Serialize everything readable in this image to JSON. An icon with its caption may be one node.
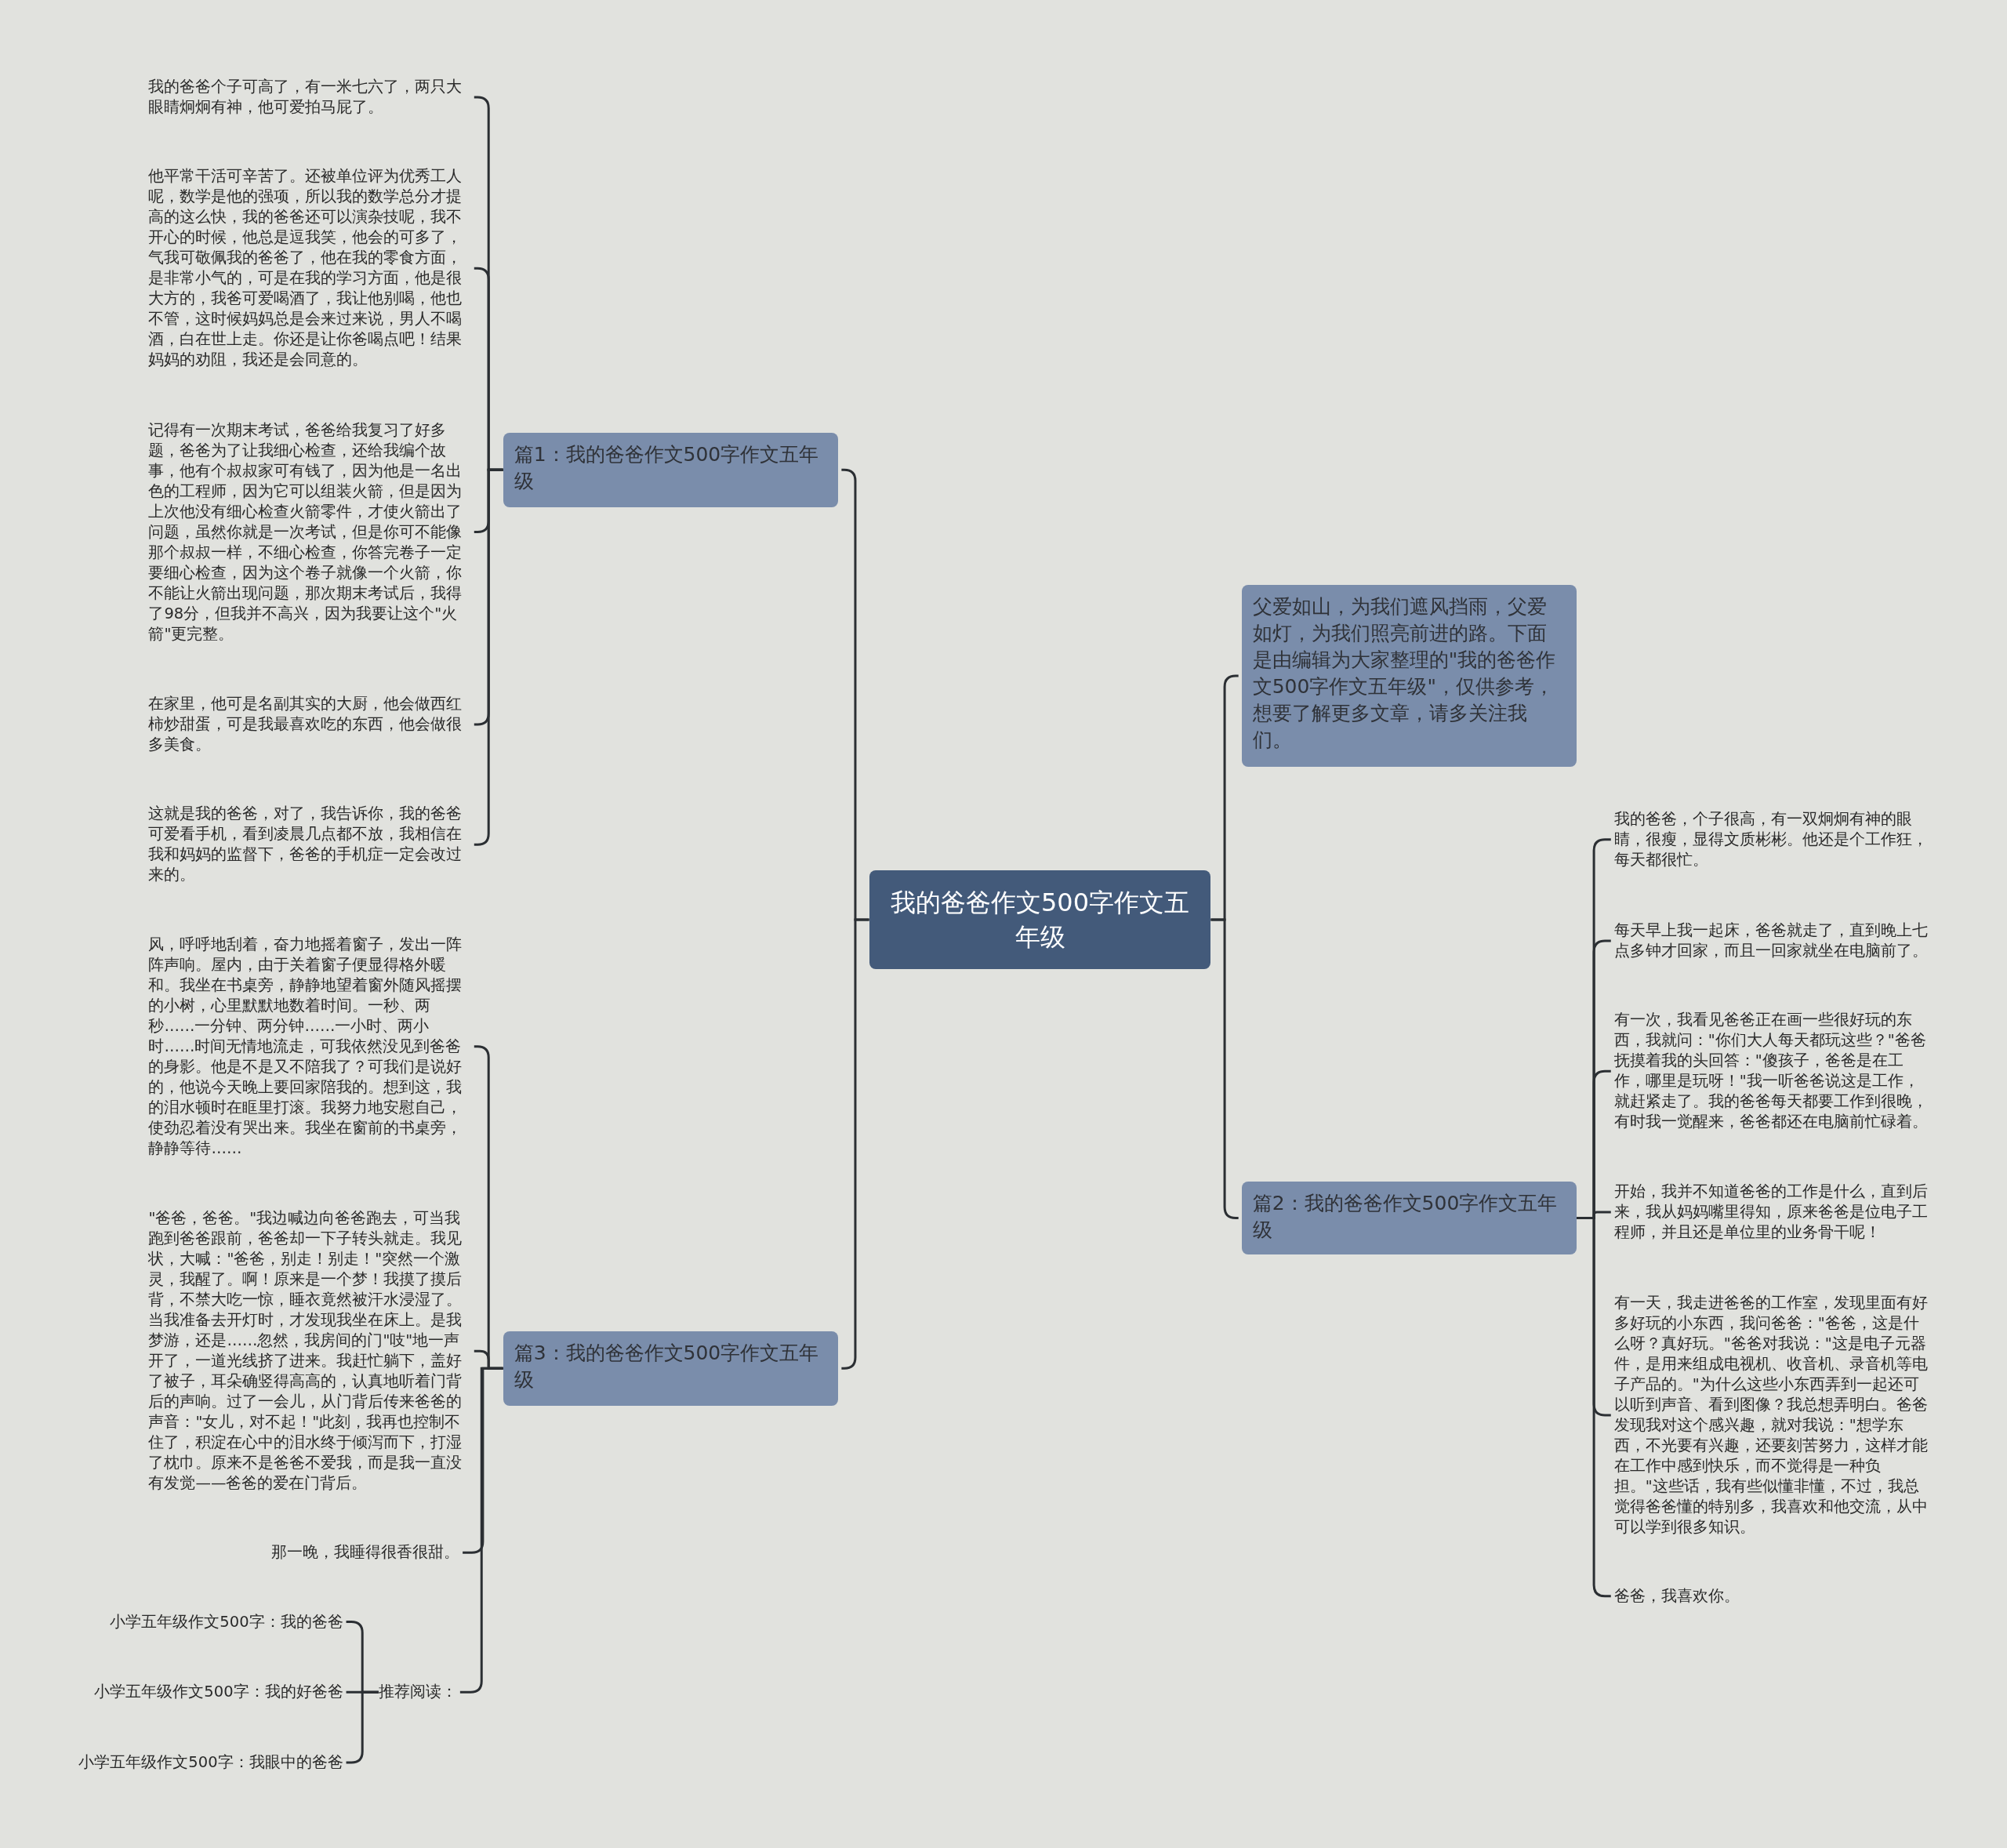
{
  "diagram": {
    "nodes": [
      {
        "text": [
          "我的爸爸作文500字作文五年级"
        ]
      },
      {
        "text": [
          "篇1：我的爸爸作文500字作文五年级"
        ]
      },
      {
        "text": [
          "我的爸爸个子可高了，有一米七六了，两只大眼睛炯炯有神，他可爱拍马屁了。"
        ]
      },
      {
        "text": [
          "他平常干活可辛苦了。还被单位评为优秀工人呢，数学是他的强项，所以我的数学总分才提高的这么快，我的爸爸还可以演杂技呢，我不开心的时候，他总是逗我笑，他会的可多了，气我可敬佩我的爸爸了，他在我的零食方面，是非常小气的，可是在我的学习方面，他是很大方的，我爸可爱喝酒了，我让他别喝，他也不管，这时候妈妈总是会来过来说，男人不喝酒，白在世上走。你还是让你爸喝点吧！结果妈妈的劝阻，我还是会同意的。"
        ]
      },
      {
        "text": [
          "记得有一次期末考试，爸爸给我复习了好多题，爸爸为了让我细心检查，还给我编个故事，他有个叔叔家可有钱了，因为他是一名出色的工程师，因为它可以组装火箭，但是因为上次他没有细心检查火箭零件，才使火箭出了问题，虽然你就是一次考试，但是你可不能像那个叔叔一样，不细心检查，你答完卷子一定要细心检查，因为这个卷子就像一个火箭，你不能让火箭出现问题，那次期末考试后，我得了98分，但我并不高兴，因为我要让这个\"火箭\"更完整。"
        ]
      },
      {
        "text": [
          "在家里，他可是名副其实的大厨，他会做西红柿炒甜蛋，可是我最喜欢吃的东西，他会做很多美食。"
        ]
      },
      {
        "text": [
          "这就是我的爸爸，对了，我告诉你，我的爸爸可爱看手机，看到凌晨几点都不放，我相信在我和妈妈的监督下，爸爸的手机症一定会改过来的。"
        ]
      },
      {
        "text": [
          "篇3：我的爸爸作文500字作文五年级"
        ]
      },
      {
        "text": [
          "风，呼呼地刮着，奋力地摇着窗子，发出一阵阵声响。屋内，由于关着窗子便显得格外暖和。我坐在书桌旁，静静地望着窗外随风摇摆的小树，心里默默地数着时间。一秒、两秒……一分钟、两分钟……一小时、两小时……时间无情地流走，可我依然没见到爸爸的身影。他是不是又不陪我了？可我们是说好的，他说今天晚上要回家陪我的。想到这，我的泪水顿时在眶里打滚。我努力地安慰自己，使劲忍着没有哭出来。我坐在窗前的书桌旁，静静等待……"
        ]
      },
      {
        "text": [
          "\"爸爸，爸爸。\"我边喊边向爸爸跑去，可当我跑到爸爸跟前，爸爸却一下子转头就走。我见状，大喊：\"爸爸，别走！别走！\"突然一个激灵，我醒了。啊！原来是一个梦！我摸了摸后背，不禁大吃一惊，睡衣竟然被汗水浸湿了。当我准备去开灯时，才发现我坐在床上。是我梦游，还是……忽然，我房间的门\"吱\"地一声开了，一道光线挤了进来。我赶忙躺下，盖好了被子，耳朵确竖得高高的，认真地听着门背后的声响。过了一会儿，从门背后传来爸爸的声音：\"女儿，对不起！\"此刻，我再也控制不住了，积淀在心中的泪水终于倾泻而下，打湿了枕巾。原来不是爸爸不爱我，而是我一直没有发觉——爸爸的爱在门背后。"
        ]
      },
      {
        "text": [
          "那一晚，我睡得很香很甜。"
        ]
      },
      {
        "text": [
          "推荐阅读："
        ]
      },
      {
        "text": [
          "小学五年级作文500字：我的爸爸"
        ]
      },
      {
        "text": [
          "小学五年级作文500字：我的好爸爸"
        ]
      },
      {
        "text": [
          "小学五年级作文500字：我眼中的爸爸"
        ]
      },
      {
        "text": [
          "父爱如山，为我们遮风挡雨，父爱如灯，为我们照亮前进的路。下面是由编辑为大家整理的\"我的爸爸作文500字作文五年级\"，仅供参考，想要了解更多文章，请多关注我们。"
        ]
      },
      {
        "text": [
          "篇2：我的爸爸作文500字作文五年级"
        ]
      },
      {
        "text": [
          "我的爸爸，个子很高，有一双炯炯有神的眼睛，很瘦，显得文质彬彬。他还是个工作狂，每天都很忙。"
        ]
      },
      {
        "text": [
          "每天早上我一起床，爸爸就走了，直到晚上七点多钟才回家，而且一回家就坐在电脑前了。"
        ]
      },
      {
        "text": [
          "有一次，我看见爸爸正在画一些很好玩的东西，我就问：\"你们大人每天都玩这些？\"爸爸抚摸着我的头回答：\"傻孩子，爸爸是在工作，哪里是玩呀！\"我一听爸爸说这是工作，就赶紧走了。我的爸爸每天都要工作到很晚，有时我一觉醒来，爸爸都还在电脑前忙碌着。"
        ]
      },
      {
        "text": [
          "开始，我并不知道爸爸的工作是什么，直到后来，我从妈妈嘴里得知，原来爸爸是位电子工程师，并且还是单位里的业务骨干呢！"
        ]
      },
      {
        "text": [
          "有一天，我走进爸爸的工作室，发现里面有好多好玩的小东西，我问爸爸：\"爸爸，这是什么呀？真好玩。\"爸爸对我说：\"这是电子元器件，是用来组成电视机、收音机、录音机等电子产品的。\"为什么这些小东西弄到一起还可以听到声音、看到图像？我总想弄明白。爸爸发现我对这个感兴趣，就对我说：\"想学东西，不光要有兴趣，还要刻苦努力，这样才能在工作中感到快乐，而不觉得是一种负担。\"这些话，我有些似懂非懂，不过，我总觉得爸爸懂的特别多，我喜欢和他交流，从中可以学到很多知识。"
        ]
      },
      {
        "text": [
          "爸爸，我喜欢你。"
        ]
      }
    ],
    "edges": [
      {
        "from": 0,
        "to": 1,
        "arrow": "none"
      },
      {
        "from": 1,
        "to": 2,
        "arrow": "none"
      },
      {
        "from": 1,
        "to": 3,
        "arrow": "none"
      },
      {
        "from": 1,
        "to": 4,
        "arrow": "none"
      },
      {
        "from": 1,
        "to": 5,
        "arrow": "none"
      },
      {
        "from": 1,
        "to": 6,
        "arrow": "none"
      },
      {
        "from": 0,
        "to": 7,
        "arrow": "none"
      },
      {
        "from": 7,
        "to": 8,
        "arrow": "none"
      },
      {
        "from": 7,
        "to": 9,
        "arrow": "none"
      },
      {
        "from": 7,
        "to": 10,
        "arrow": "none"
      },
      {
        "from": 7,
        "to": 11,
        "arrow": "none"
      },
      {
        "from": 11,
        "to": 12,
        "arrow": "none"
      },
      {
        "from": 11,
        "to": 13,
        "arrow": "none"
      },
      {
        "from": 11,
        "to": 14,
        "arrow": "none"
      },
      {
        "from": 0,
        "to": 15,
        "arrow": "none"
      },
      {
        "from": 0,
        "to": 16,
        "arrow": "none"
      },
      {
        "from": 16,
        "to": 17,
        "arrow": "none"
      },
      {
        "from": 16,
        "to": 18,
        "arrow": "none"
      },
      {
        "from": 16,
        "to": 19,
        "arrow": "none"
      },
      {
        "from": 16,
        "to": 20,
        "arrow": "none"
      },
      {
        "from": 16,
        "to": 21,
        "arrow": "none"
      },
      {
        "from": 16,
        "to": 22,
        "arrow": "none"
      }
    ]
  }
}
